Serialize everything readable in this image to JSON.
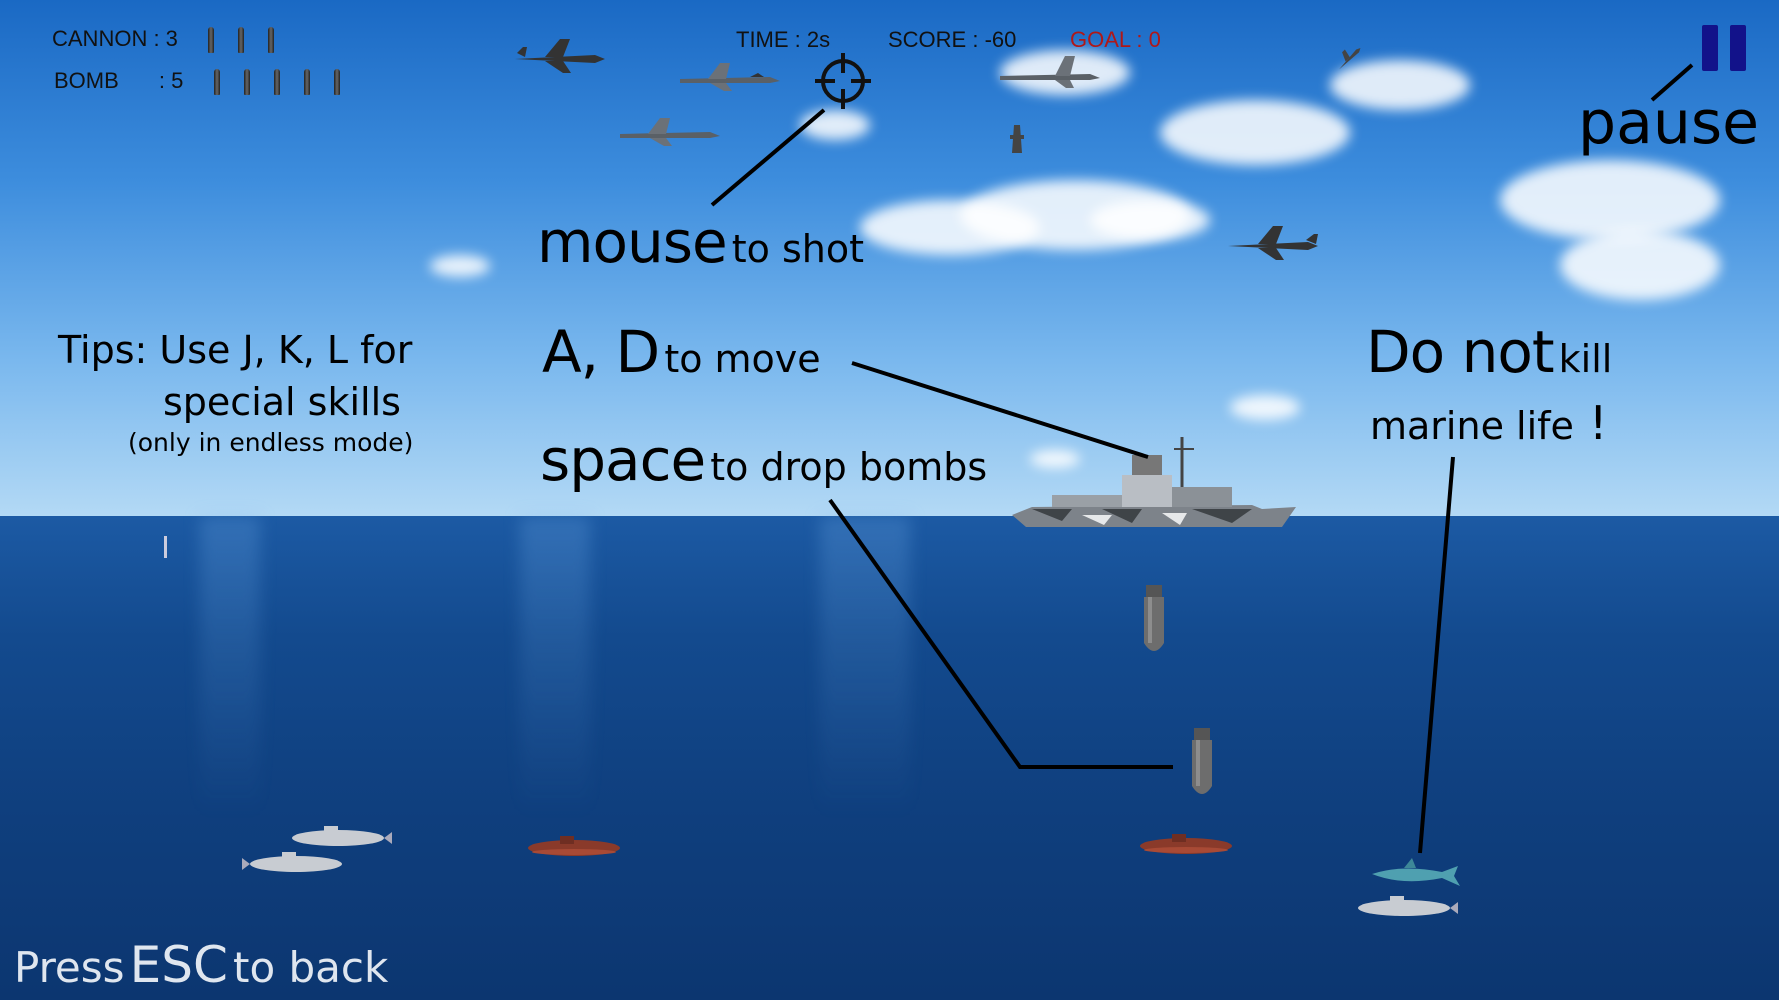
{
  "hud": {
    "cannon_label": "CANNON : 3",
    "bomb_label": "BOMB",
    "bomb_count": ": 5",
    "time": "TIME : 2s",
    "score": "SCORE : -60",
    "goal": "GOAL : 0",
    "cannon_ammo": 3,
    "bomb_ammo": 5
  },
  "help": {
    "mouse_key": "mouse",
    "mouse_text": "to shot",
    "move_key": "A, D",
    "move_text": "to move",
    "space_key": "space",
    "space_text": "to drop bombs",
    "tips_line1": "Tips: Use J, K,  L for",
    "tips_line2": "special skills",
    "tips_line3": "(only in endless mode)",
    "donot_big": "Do not",
    "donot_small": "kill",
    "marine_line": "marine life",
    "marine_exclaim": "!",
    "pause_label": "pause",
    "esc_prefix": "Press",
    "esc_key": "ESC",
    "esc_suffix": "to back"
  },
  "colors": {
    "sky_top": "#1a69c4",
    "sea": "#0f3f7e",
    "goal_red": "#b01818",
    "pause_blue": "#12128a",
    "esc_text": "#dfe6ef"
  },
  "icons": [
    "pause-icon",
    "crosshair-icon",
    "cannon-shell-icon",
    "bomb-shell-icon"
  ]
}
